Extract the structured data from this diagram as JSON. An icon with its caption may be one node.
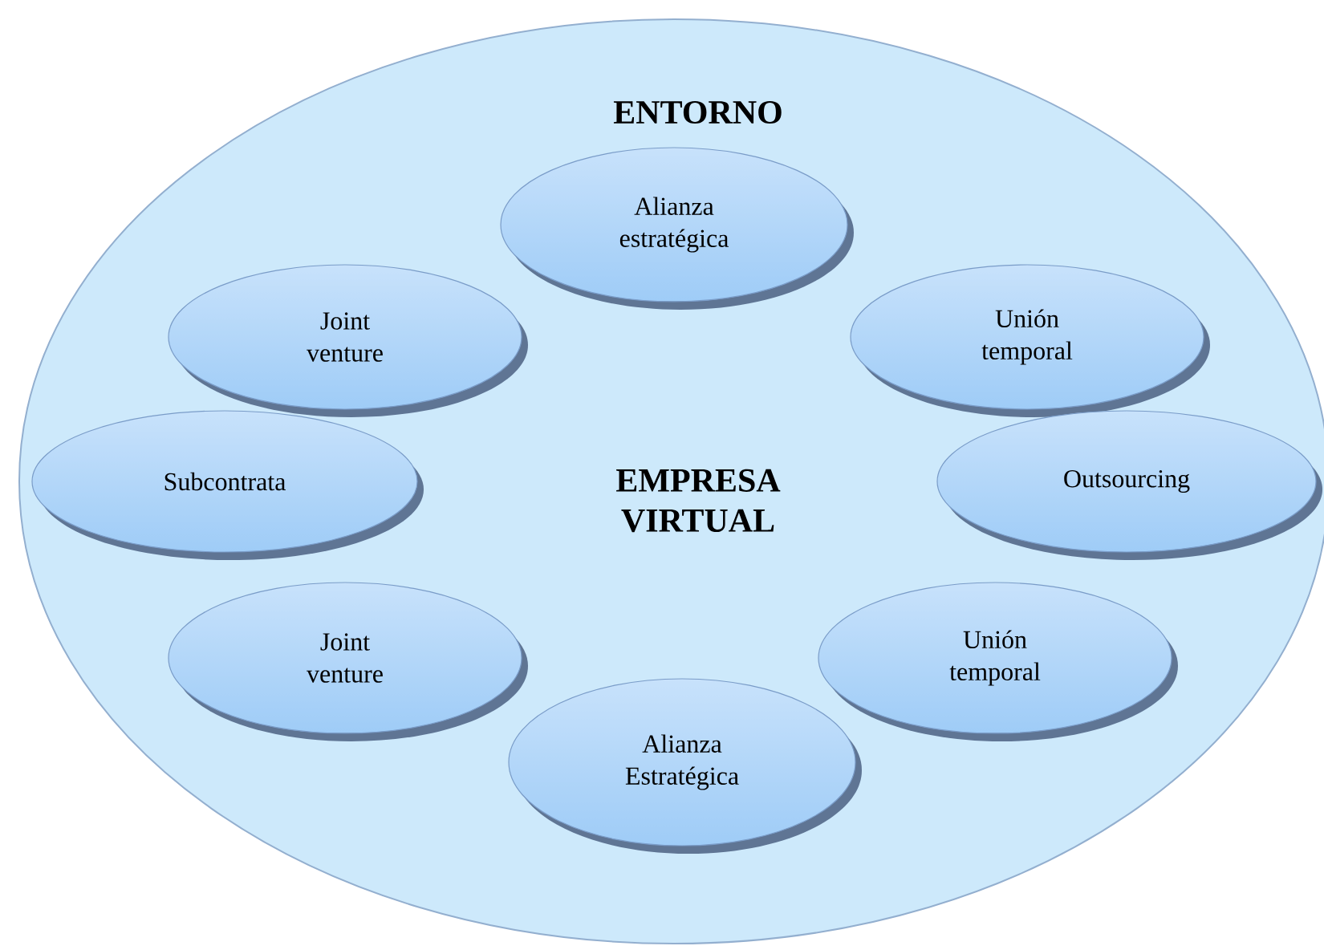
{
  "diagram": {
    "nodes": [
      {
        "text": [
          "ENTORNO",
          "EMPRESA VIRTUAL"
        ]
      },
      {
        "text": [
          "Alianza estratégica"
        ],
        "in": 0
      },
      {
        "text": [
          "Joint venture"
        ],
        "in": 0
      },
      {
        "text": [
          "Unión temporal"
        ],
        "in": 0
      },
      {
        "text": [
          "Subcontrata"
        ],
        "in": 0
      },
      {
        "text": [
          "Outsourcing"
        ],
        "in": 0
      },
      {
        "text": [
          "Joint venture"
        ],
        "in": 0
      },
      {
        "text": [
          "Unión temporal"
        ],
        "in": 0
      },
      {
        "text": [
          "Alianza Estratégica"
        ],
        "in": 0
      }
    ]
  }
}
